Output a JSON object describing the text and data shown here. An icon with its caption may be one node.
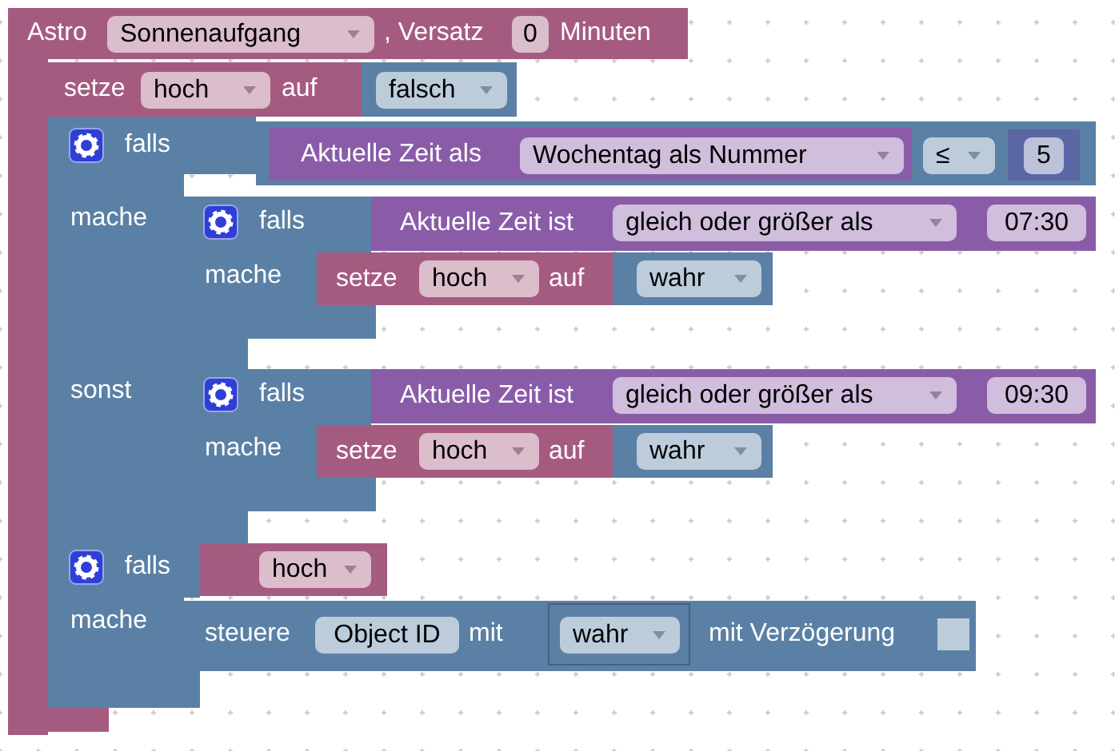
{
  "diagram": {
    "nodes": [
      {
        "text": [
          "Astro",
          ", Versatz",
          "Minuten"
        ]
      },
      {
        "text": [
          "Sonnenaufgang"
        ],
        "in": 0
      },
      {
        "text": [
          "0"
        ],
        "in": 0
      },
      {
        "text": [
          "setze",
          "auf"
        ],
        "in": 0
      },
      {
        "text": [
          "hoch"
        ],
        "in": 3
      },
      {
        "text": [],
        "shape": "box",
        "in": 0
      },
      {
        "text": [
          "falsch"
        ],
        "in": 5
      },
      {
        "text": [
          "falls",
          "mache",
          "sonst"
        ],
        "in": 0
      },
      {
        "text": [],
        "shape": "box"
      },
      {
        "text": [
          "Aktuelle Zeit als"
        ],
        "in": 8
      },
      {
        "text": [
          "Wochentag als Nummer"
        ],
        "in": 9
      },
      {
        "text": [
          "≤"
        ],
        "in": 8
      },
      {
        "text": [],
        "shape": "box",
        "in": 8
      },
      {
        "text": [
          "5"
        ],
        "in": 12
      },
      {
        "text": [
          "falls",
          "mache"
        ],
        "in": 0
      },
      {
        "text": [
          "Aktuelle Zeit ist"
        ]
      },
      {
        "text": [
          "gleich oder größer als"
        ],
        "in": 15
      },
      {
        "text": [
          "07:30"
        ],
        "in": 15
      },
      {
        "text": [
          "setze",
          "auf"
        ],
        "in": 0
      },
      {
        "text": [
          "hoch"
        ],
        "in": 18
      },
      {
        "text": [],
        "shape": "box"
      },
      {
        "text": [
          "wahr"
        ],
        "in": 20
      },
      {
        "text": [
          "falls",
          "mache"
        ],
        "in": 0
      },
      {
        "text": [
          "Aktuelle Zeit ist"
        ]
      },
      {
        "text": [
          "gleich oder größer als"
        ],
        "in": 23
      },
      {
        "text": [
          "09:30"
        ],
        "in": 23
      },
      {
        "text": [
          "setze",
          "auf"
        ],
        "in": 0
      },
      {
        "text": [
          "hoch"
        ],
        "in": 26
      },
      {
        "text": [],
        "shape": "box"
      },
      {
        "text": [
          "wahr"
        ],
        "in": 28
      },
      {
        "text": [
          "falls",
          "mache"
        ],
        "in": 0
      },
      {
        "text": [],
        "shape": "box",
        "in": 0
      },
      {
        "text": [
          "hoch"
        ],
        "in": 31
      },
      {
        "text": [
          "steuere",
          "mit",
          "mit Verzögerung"
        ]
      },
      {
        "text": [
          "Object ID"
        ]
      },
      {
        "text": [],
        "shape": "box"
      },
      {
        "text": [
          "wahr"
        ],
        "in": 35
      },
      {
        "text": [],
        "shape": "box",
        "in": 33
      }
    ]
  }
}
